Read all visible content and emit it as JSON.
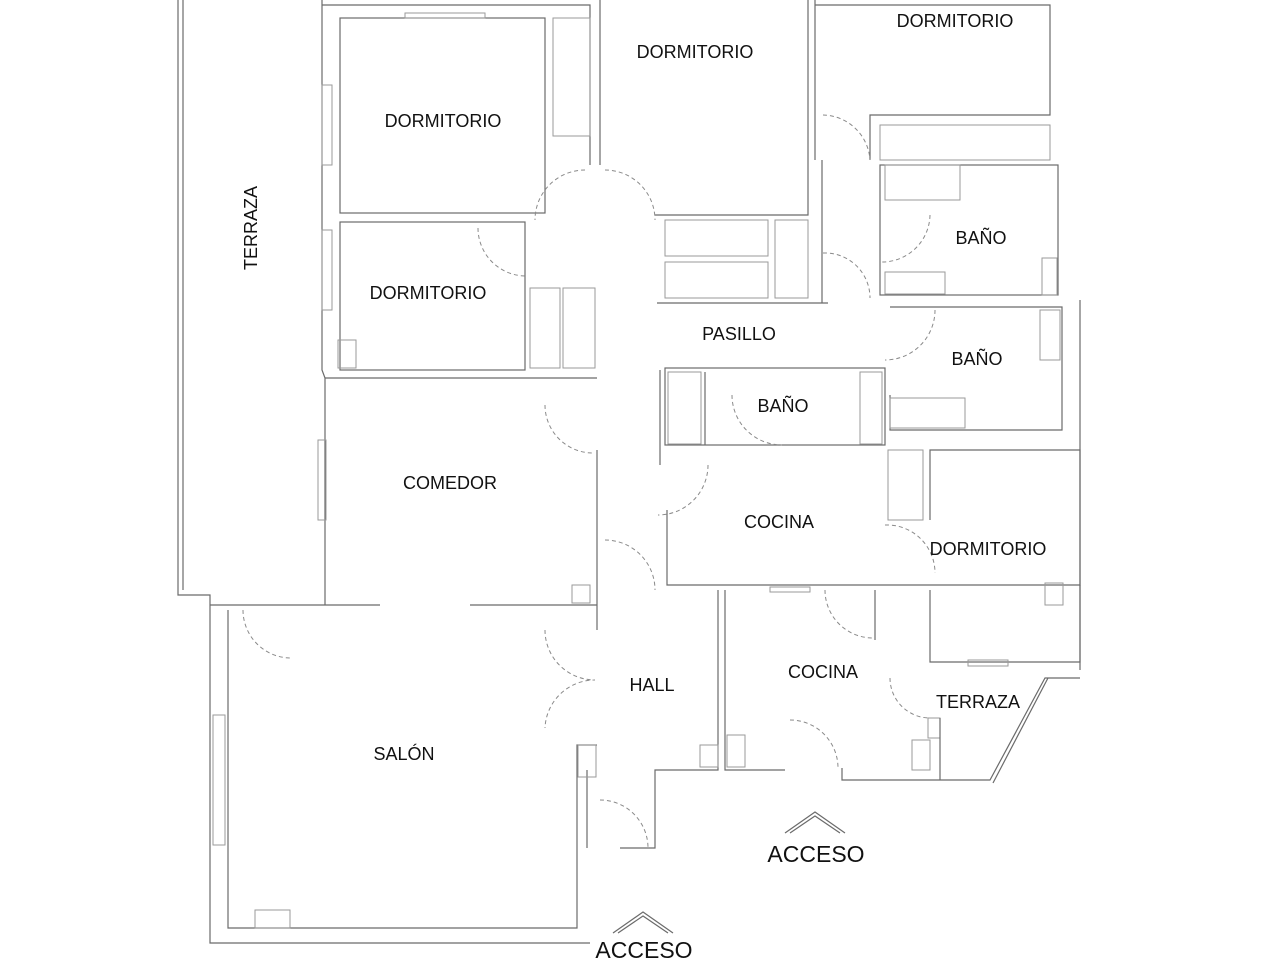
{
  "plan": {
    "rooms": {
      "dormitorio_1": "DORMITORIO",
      "dormitorio_2": "DORMITORIO",
      "dormitorio_3": "DORMITORIO",
      "dormitorio_4": "DORMITORIO",
      "dormitorio_5": "DORMITORIO",
      "terraza_left": "TERRAZA",
      "terraza_right": "TERRAZA",
      "bano_1": "BAÑO",
      "bano_2": "BAÑO",
      "bano_3": "BAÑO",
      "pasillo": "PASILLO",
      "comedor": "COMEDOR",
      "cocina_1": "COCINA",
      "cocina_2": "COCINA",
      "hall": "HALL",
      "salon": "SALÓN"
    },
    "access": {
      "main": "ACCESO",
      "secondary": "ACCESO"
    }
  }
}
